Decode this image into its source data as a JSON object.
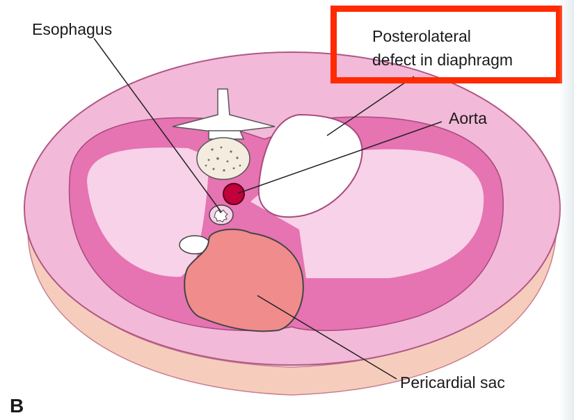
{
  "figure": {
    "panel_letter": "B",
    "labels": {
      "esophagus": "Esophagus",
      "defect_line1": "Posterolateral",
      "defect_line2": "defect in diaphragm",
      "aorta": "Aorta",
      "pericardial_sac": "Pericardial sac"
    },
    "colors": {
      "outer_body": "#f2b9d8",
      "rim_shadow": "#f6cdbd",
      "muscle": "#e673b2",
      "lung_area": "#f7d2e8",
      "aorta": "#c2003c",
      "pericardium": "#f08c8c",
      "highlight": "#ff2a00"
    }
  }
}
